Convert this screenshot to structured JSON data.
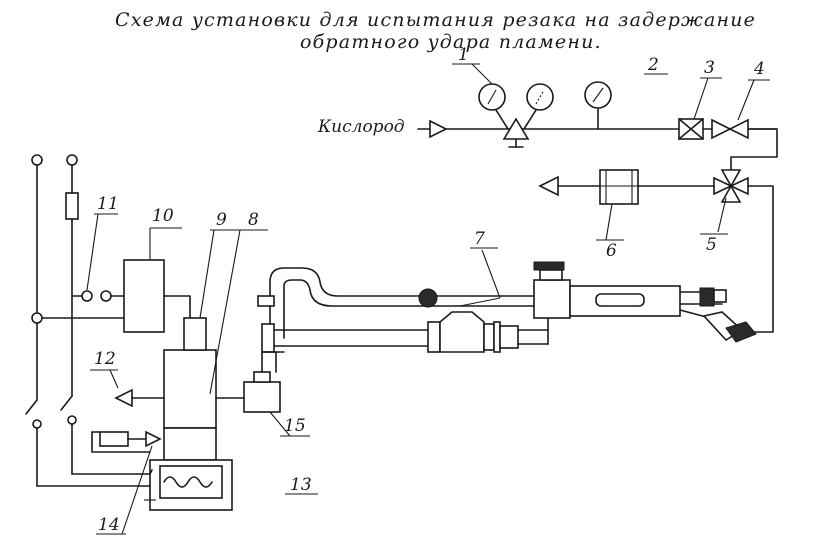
{
  "title": {
    "line1": "Схема установки для испытания резака на задержание",
    "line2": "обратного удара пламени."
  },
  "gas_label": "Кислород",
  "callouts": {
    "c1": "1",
    "c2": "2",
    "c3": "3",
    "c4": "4",
    "c5": "5",
    "c6": "6",
    "c7": "7",
    "c8": "8",
    "c9": "9",
    "c10": "10",
    "c11": "11",
    "c12": "12",
    "c13": "13",
    "c14": "14",
    "c15": "15"
  },
  "colors": {
    "ink": "#1a1a1a",
    "paper": "#ffffff"
  }
}
